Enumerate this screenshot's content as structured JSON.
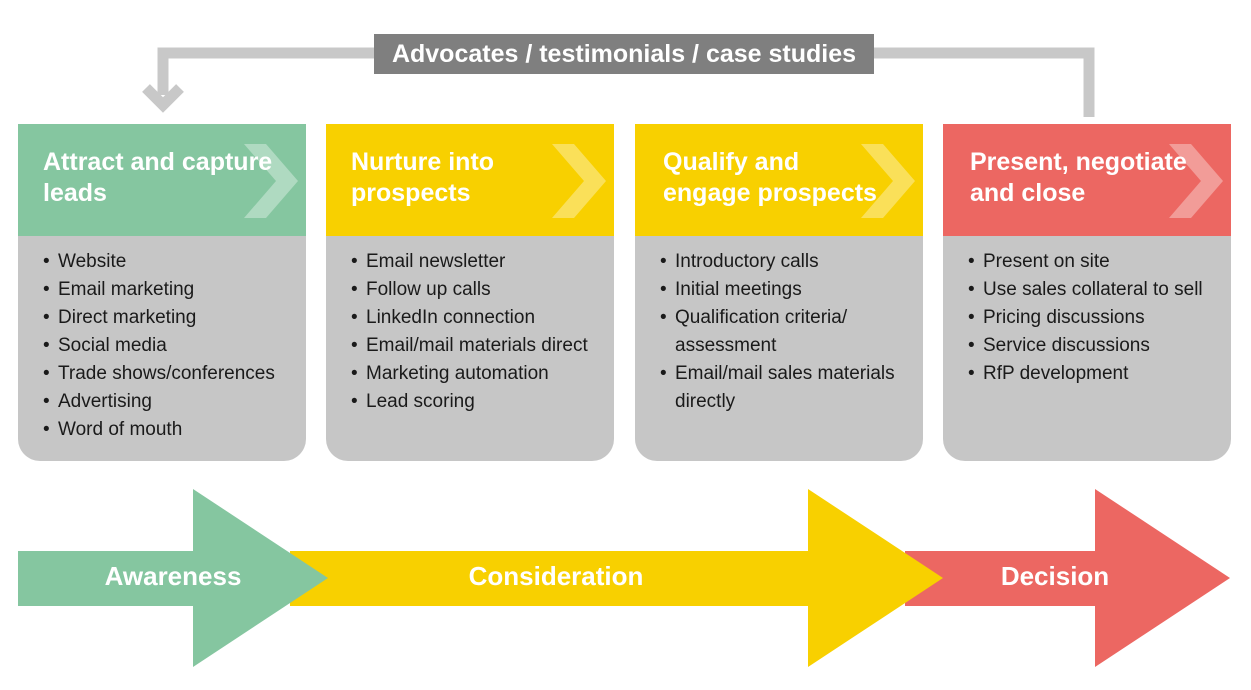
{
  "feedback": {
    "label": "Advocates / testimonials / case studies"
  },
  "colors": {
    "green": "#85c6a0",
    "yellow": "#f8d000",
    "red": "#ec6762",
    "grey_body": "#c6c6c6",
    "feedback_grey": "#7f7f7f",
    "line_grey": "#c8c8c8"
  },
  "stages": [
    {
      "title": "Attract and capture leads",
      "color": "green",
      "items": [
        "Website",
        "Email marketing",
        "Direct marketing",
        "Social media",
        "Trade shows/conferences",
        "Advertising",
        "Word of mouth"
      ]
    },
    {
      "title": "Nurture into prospects",
      "color": "yellow",
      "items": [
        "Email newsletter",
        "Follow up calls",
        "LinkedIn connection",
        "Email/mail materials direct",
        "Marketing automation",
        "Lead scoring"
      ]
    },
    {
      "title": "Qualify and engage prospects",
      "color": "yellow",
      "items": [
        "Introductory calls",
        "Initial meetings",
        "Qualification criteria/ assessment",
        "Email/mail sales materials directly"
      ]
    },
    {
      "title": "Present, negotiate and close",
      "color": "red",
      "items": [
        "Present on site",
        "Use sales collateral to sell",
        "Pricing discussions",
        "Service discussions",
        "RfP development"
      ]
    }
  ],
  "phases": [
    {
      "label": "Awareness",
      "color": "green"
    },
    {
      "label": "Consideration",
      "color": "yellow"
    },
    {
      "label": "Decision",
      "color": "red"
    }
  ]
}
